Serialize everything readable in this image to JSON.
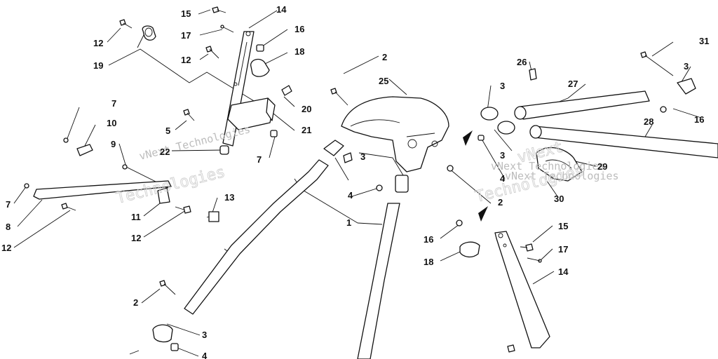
{
  "watermark": {
    "brand": "vNext Technologies",
    "line1": "vNext",
    "line2": "Technologies"
  },
  "callouts": {
    "c1": "1",
    "c2a": "2",
    "c2b": "2",
    "c2c": "2",
    "c3a": "3",
    "c3b": "3",
    "c3c": "3",
    "c3d": "3",
    "c3e": "3",
    "c4a": "4",
    "c4b": "4",
    "c4c": "4",
    "c5": "5",
    "c7a": "7",
    "c7b": "7",
    "c7c": "7",
    "c8": "8",
    "c9": "9",
    "c10": "10",
    "c11": "11",
    "c12a": "12",
    "c12b": "12",
    "c12c": "12",
    "c12d": "12",
    "c13": "13",
    "c14a": "14",
    "c14b": "14",
    "c15a": "15",
    "c15b": "15",
    "c16a": "16",
    "c16b": "16",
    "c16c": "16",
    "c17a": "17",
    "c17b": "17",
    "c18a": "18",
    "c18b": "18",
    "c19": "19",
    "c20": "20",
    "c21": "21",
    "c22": "22",
    "c25": "25",
    "c26": "26",
    "c27": "27",
    "c28": "28",
    "c29": "29",
    "c30": "30",
    "c31": "31"
  }
}
